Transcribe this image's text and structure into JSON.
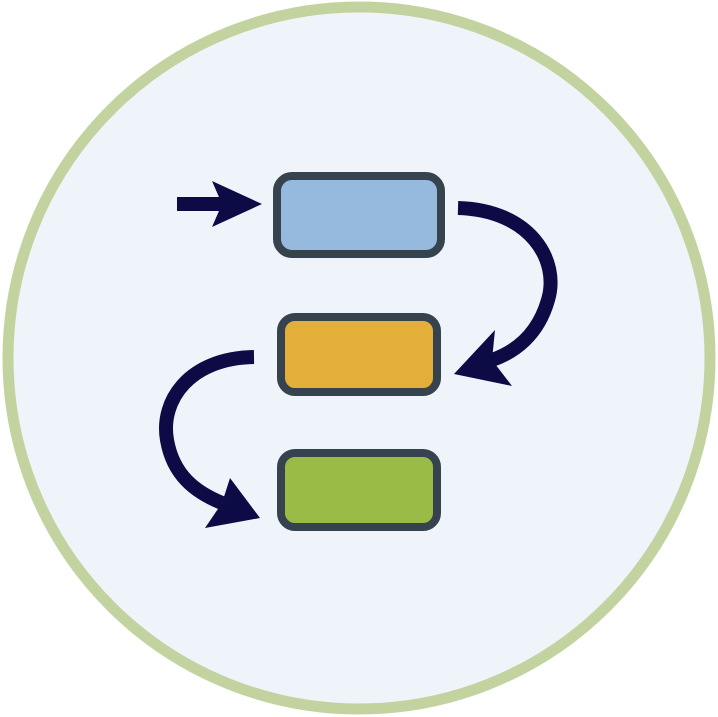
{
  "icon": {
    "name": "workflow-process-icon",
    "colors": {
      "circle_fill": "#eff4fb",
      "circle_border": "#c3d3a0",
      "box_border": "#37424f",
      "step1_fill": "#96bade",
      "step2_fill": "#e4af38",
      "step3_fill": "#9bbb47",
      "arrow": "#0d0b45"
    },
    "steps": [
      {
        "name": "step-1",
        "color": "#96bade"
      },
      {
        "name": "step-2",
        "color": "#e4af38"
      },
      {
        "name": "step-3",
        "color": "#9bbb47"
      }
    ],
    "arrows": [
      "entry-arrow-icon",
      "curved-arrow-right-icon",
      "curved-arrow-left-icon"
    ]
  }
}
